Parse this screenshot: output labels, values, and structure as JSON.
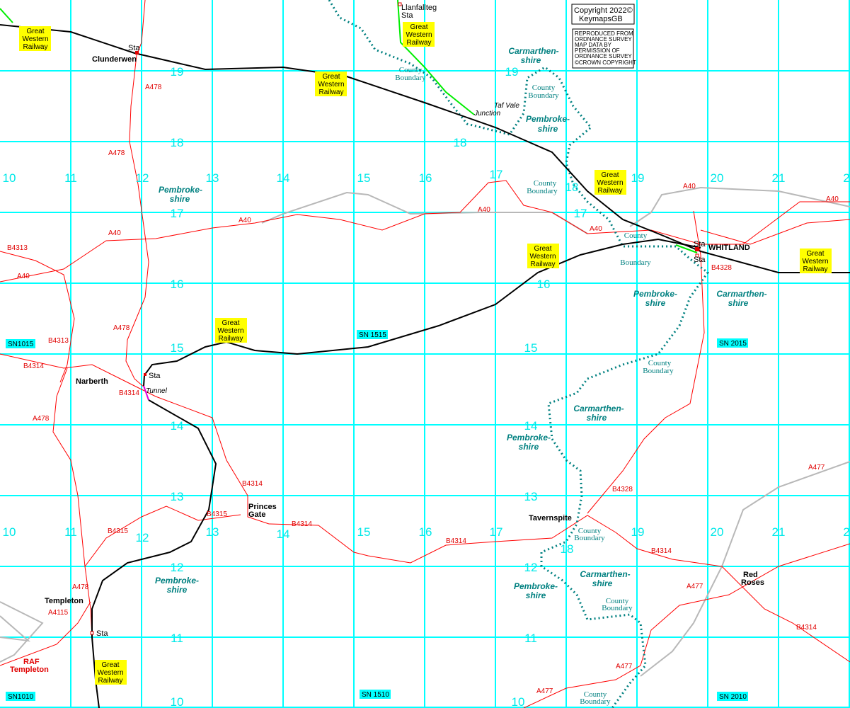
{
  "copyright": {
    "line1": "Copyright 2022©",
    "line2": "KeymapsGB"
  },
  "reproduced": [
    "REPRODUCED FROM",
    "ORDNANCE SURVEY",
    "MAP DATA BY",
    "PERMISSION OF",
    "ORDNANCE SURVEY",
    "©CROWN COPYRIGHT"
  ],
  "grid_eastings": [
    "10",
    "11",
    "12",
    "13",
    "14",
    "15",
    "16",
    "17",
    "18",
    "19",
    "20",
    "21",
    "2"
  ],
  "grid_northings": [
    "19",
    "18",
    "17",
    "16",
    "15",
    "14",
    "13",
    "12",
    "11",
    "10"
  ],
  "extra_grid": {
    "n19": "19",
    "n18": "18",
    "n17": "17",
    "n18b": "18",
    "n10": "10"
  },
  "square_labels": {
    "sn1015": "SN1015",
    "sn1515": "SN 1515",
    "sn2015": "SN 2015",
    "sn1010": "SN1010",
    "sn1510": "SN 1510",
    "sn2010": "SN 2010"
  },
  "places": {
    "clunderwen": "Clunderwen",
    "whitland": "WHITLAND",
    "narberth": "Narberth",
    "princes_gate_1": "Princes",
    "princes_gate_2": "Gate",
    "tavernspite": "Tavernspite",
    "red_roses_1": "Red",
    "red_roses_2": "Roses",
    "templeton": "Templeton",
    "raf_1": "RAF",
    "raf_2": "Templeton",
    "llanfallteg": "Llanfallteg"
  },
  "station": "Sta",
  "tunnel": "Tunnel",
  "junction": {
    "line1": "Taf Vale",
    "line2": "Junction"
  },
  "railway": {
    "line1": "Great",
    "line2": "Western",
    "line3": "Railway"
  },
  "county_boundary": {
    "line1": "County",
    "line2": "Boundary"
  },
  "counties": {
    "pembroke_1": "Pembroke-",
    "pembroke_2": "shire",
    "carmarthen_1": "Carmarthen-",
    "carmarthen_2": "shire"
  },
  "roads": {
    "a478": "A478",
    "a40": "A40",
    "b4313": "B4313",
    "b4314": "B4314",
    "b4315": "B4315",
    "b4328": "B4328",
    "a477": "A477",
    "a4115": "A4115"
  }
}
